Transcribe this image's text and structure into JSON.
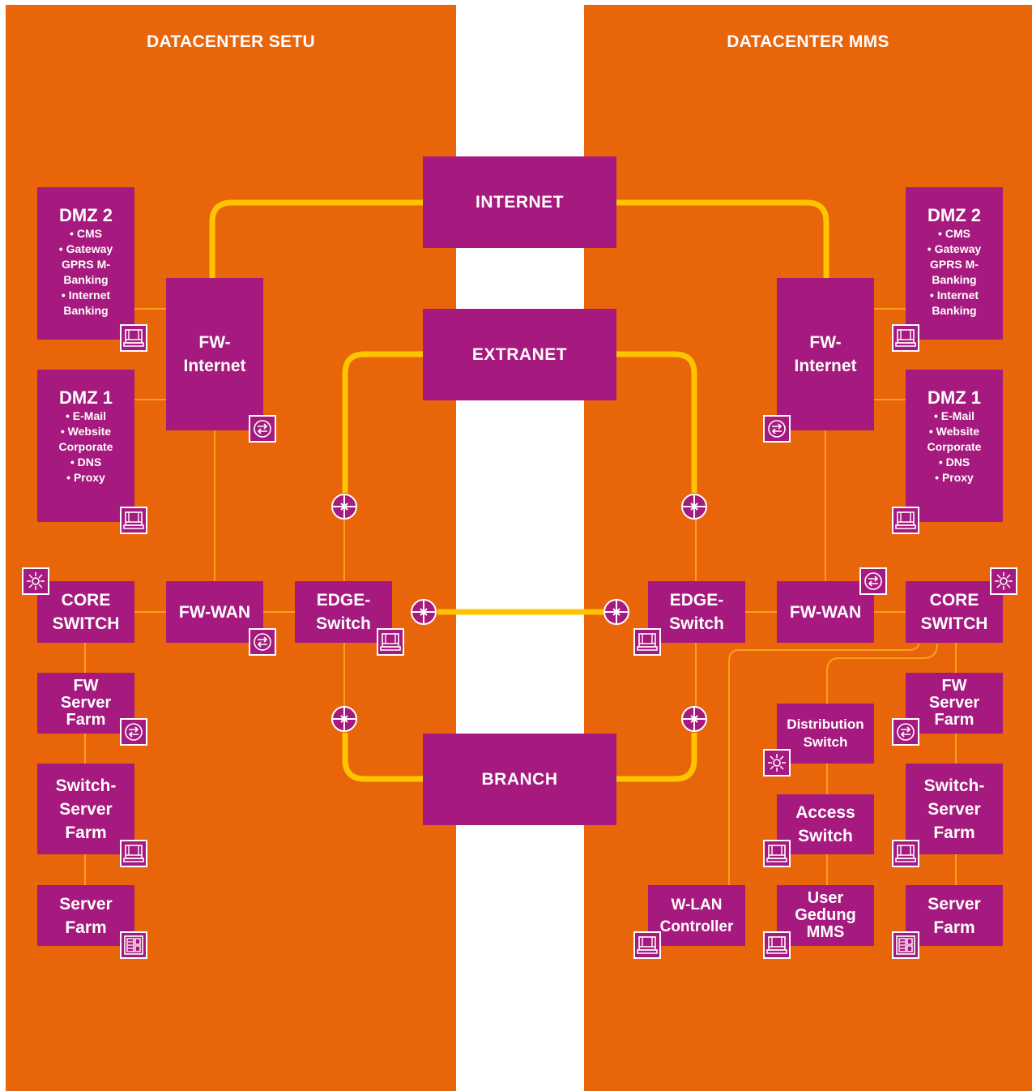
{
  "colors": {
    "panel": "#E8650A",
    "box": "#A6197E",
    "link": "#FFC400",
    "thin_link": "#F9A01B",
    "background": "#FFFFFF"
  },
  "setu": {
    "title": "DATACENTER SETU",
    "dmz2": {
      "title": "DMZ 2",
      "items": [
        "CMS",
        "Gateway GPRS M-Banking",
        "Internet Banking"
      ],
      "icon": "server-icon"
    },
    "dmz1": {
      "title": "DMZ 1",
      "items": [
        "E-Mail",
        "Website Corporate",
        "DNS",
        "Proxy"
      ],
      "icon": "server-icon"
    },
    "fw_internet": {
      "line1": "FW-",
      "line2": "Internet",
      "icon": "firewall-icon"
    },
    "core_switch": {
      "line1": "CORE",
      "line2": "SWITCH",
      "icon": "multilayer-switch-icon"
    },
    "fw_wan": {
      "label": "FW-WAN",
      "icon": "firewall-icon"
    },
    "edge_switch": {
      "line1": "EDGE-",
      "line2": "Switch",
      "icon": "switch-icon"
    },
    "fw_server_farm": {
      "line1": "FW",
      "line2": "Server",
      "line3": "Farm",
      "icon": "firewall-icon"
    },
    "switch_server_farm": {
      "line1": "Switch-",
      "line2": "Server",
      "line3": "Farm",
      "icon": "switch-icon"
    },
    "server_farm": {
      "line1": "Server",
      "line2": "Farm",
      "icon": "server-rack-icon"
    }
  },
  "mms": {
    "title": "DATACENTER MMS",
    "dmz2": {
      "title": "DMZ 2",
      "items": [
        "CMS",
        "Gateway GPRS M-Banking",
        "Internet Banking"
      ],
      "icon": "server-icon"
    },
    "dmz1": {
      "title": "DMZ 1",
      "items": [
        "E-Mail",
        "Website Corporate",
        "DNS",
        "Proxy"
      ],
      "icon": "server-icon"
    },
    "fw_internet": {
      "line1": "FW-",
      "line2": "Internet",
      "icon": "firewall-icon"
    },
    "core_switch": {
      "line1": "CORE",
      "line2": "SWITCH",
      "icon": "multilayer-switch-icon"
    },
    "fw_wan": {
      "label": "FW-WAN",
      "icon": "firewall-icon"
    },
    "edge_switch": {
      "line1": "EDGE-",
      "line2": "Switch",
      "icon": "switch-icon"
    },
    "fw_server_farm": {
      "line1": "FW",
      "line2": "Server",
      "line3": "Farm",
      "icon": "firewall-icon"
    },
    "switch_server_farm": {
      "line1": "Switch-",
      "line2": "Server",
      "line3": "Farm",
      "icon": "switch-icon"
    },
    "server_farm": {
      "line1": "Server",
      "line2": "Farm",
      "icon": "server-rack-icon"
    },
    "distribution_switch": {
      "line1": "Distribution",
      "line2": "Switch",
      "icon": "multilayer-switch-icon"
    },
    "access_switch": {
      "line1": "Access",
      "line2": "Switch",
      "icon": "switch-icon"
    },
    "wlan_controller": {
      "line1": "W-LAN",
      "line2": "Controller",
      "icon": "switch-icon"
    },
    "user_gedung": {
      "line1": "User",
      "line2": "Gedung",
      "line3": "MMS",
      "icon": "switch-icon"
    }
  },
  "networks": {
    "internet": "INTERNET",
    "extranet": "EXTRANET",
    "branch": "BRANCH",
    "node_icon": "router-icon"
  }
}
